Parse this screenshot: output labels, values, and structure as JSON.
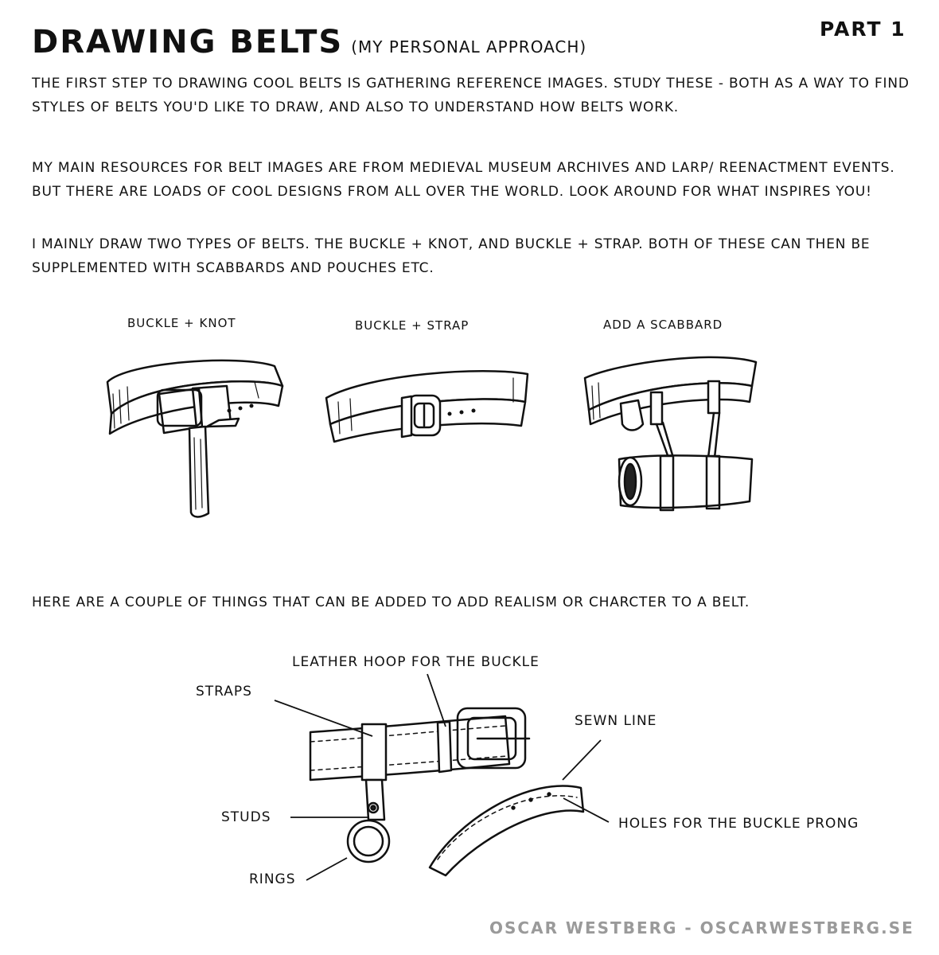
{
  "header": {
    "title": "DRAWING BELTS",
    "subtitle": "(MY PERSONAL APPROACH)",
    "part": "PART 1"
  },
  "intro": {
    "p1": "THE FIRST STEP TO DRAWING COOL BELTS IS GATHERING REFERENCE IMAGES. STUDY THESE - BOTH AS A WAY TO FIND STYLES OF BELTS YOU'D LIKE TO DRAW, AND ALSO TO UNDERSTAND HOW BELTS WORK.",
    "p2": "MY MAIN RESOURCES FOR BELT IMAGES ARE FROM MEDIEVAL MUSEUM ARCHIVES AND LARP/ REENACTMENT EVENTS. BUT THERE ARE LOADS OF COOL DESIGNS FROM ALL OVER THE WORLD. LOOK AROUND FOR WHAT INSPIRES YOU!",
    "p3": "I MAINLY DRAW TWO TYPES OF BELTS. THE BUCKLE + KNOT, AND BUCKLE + STRAP. BOTH OF THESE CAN THEN BE SUPPLEMENTED WITH SCABBARDS AND POUCHES ETC."
  },
  "belt_types": {
    "knot": "BUCKLE + KNOT",
    "strap": "BUCKLE + STRAP",
    "scabbard": "ADD A SCABBARD"
  },
  "details": {
    "intro": "HERE ARE A COUPLE OF THINGS THAT CAN BE ADDED TO ADD REALISM OR CHARCTER TO A BELT.",
    "leather_hoop": "LEATHER HOOP FOR THE BUCKLE",
    "straps": "STRAPS",
    "sewn_line": "SEWN LINE",
    "studs": "STUDS",
    "holes": "HOLES FOR THE BUCKLE PRONG",
    "rings": "RINGS"
  },
  "footer": {
    "credit": "OSCAR WESTBERG - OSCARWESTBERG.SE"
  }
}
